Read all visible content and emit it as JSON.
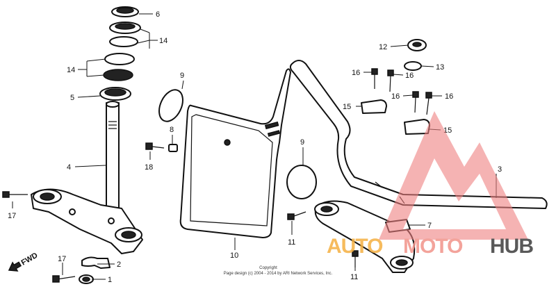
{
  "callouts": {
    "c1": "1",
    "c2": "2",
    "c3": "3",
    "c4": "4",
    "c5": "5",
    "c6": "6",
    "c7": "7",
    "c8": "8",
    "c9a": "9",
    "c9b": "9",
    "c10": "10",
    "c11a": "11",
    "c11b": "11",
    "c12": "12",
    "c13": "13",
    "c14a": "14",
    "c14b": "14",
    "c15a": "15",
    "c15b": "15",
    "c16a": "16",
    "c16b": "16",
    "c16c": "16",
    "c16d": "16",
    "c17a": "17",
    "c17b": "17",
    "c18": "18"
  },
  "fwd_label": "FWD",
  "copyright": {
    "line1": "Copyright",
    "line2": "Page design (c) 2004 - 2014 by ARI Network Services, Inc."
  },
  "watermark": {
    "part1": "AUTO",
    "part2": "MOTO",
    "part3": "HUB",
    "colors": {
      "auto": "#f5b041",
      "moto": "#f1948a",
      "hub": "#3d3d3d",
      "logo": "#f08080"
    }
  }
}
